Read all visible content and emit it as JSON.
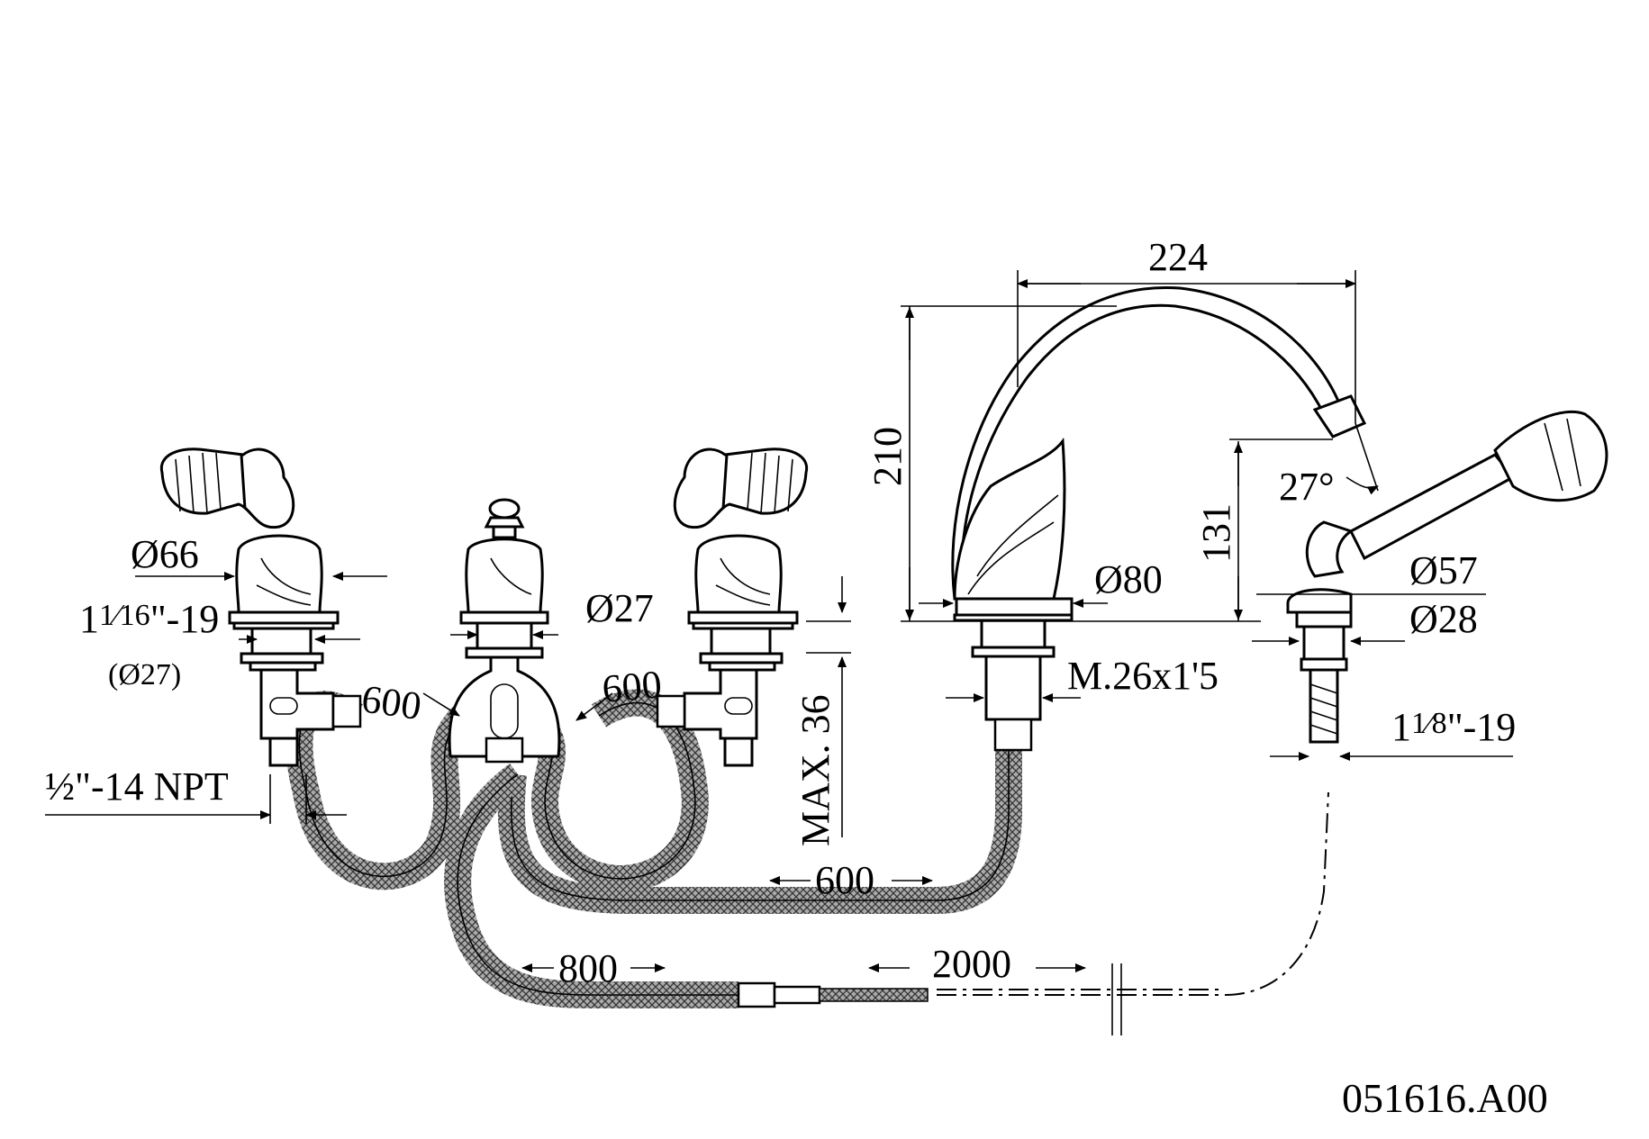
{
  "drawing": {
    "code": "051616.A00",
    "dimensions": {
      "d66": "Ø66",
      "thread_left": "1",
      "thread_left_frac": "1⁄16",
      "thread_left_tail": "\"-19",
      "d27_paren": "(Ø27)",
      "d27": "Ø27",
      "hose_left": "600",
      "hose_right": "600",
      "npt": "½\"-14 NPT",
      "max36": "MAX. 36",
      "spout_reach": "224",
      "spout_height": "210",
      "outlet_height": "131",
      "angle": "27°",
      "d80": "Ø80",
      "m26": "M.26x1'5",
      "d57": "Ø57",
      "d28": "Ø28",
      "thread_right": "1",
      "thread_right_frac": "1⁄8",
      "thread_right_tail": "\"-19",
      "hose_spout": "600",
      "hose_800": "800",
      "hose_2000": "2000"
    }
  }
}
